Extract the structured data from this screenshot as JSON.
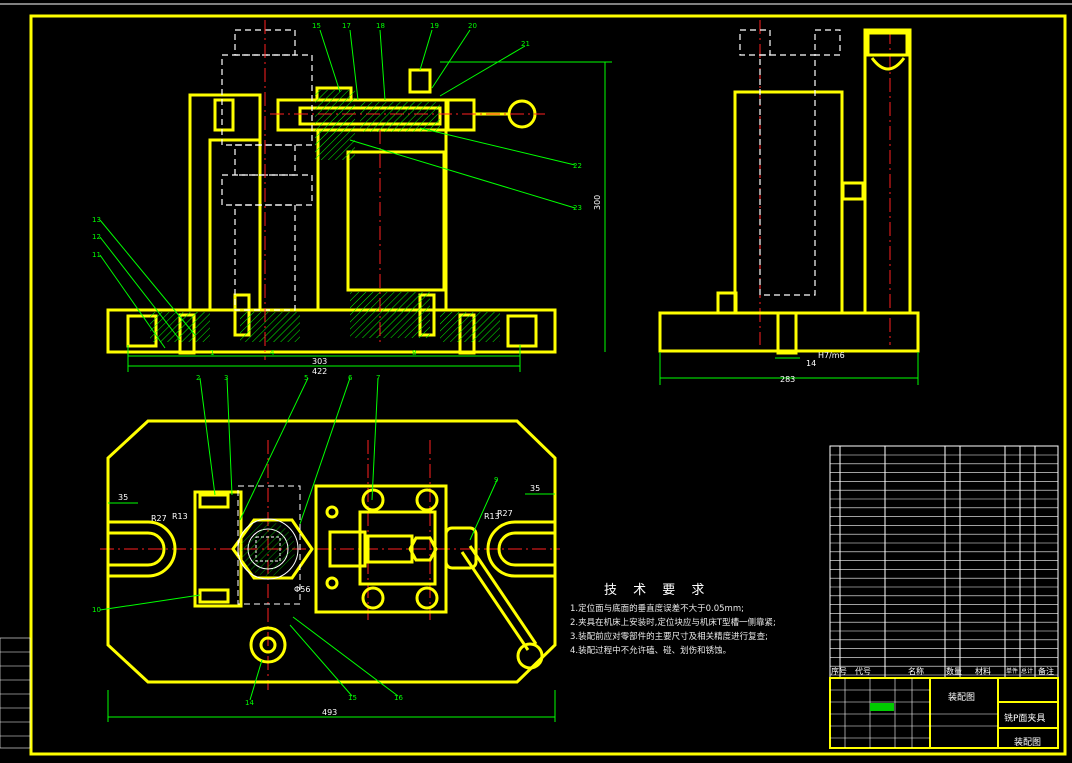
{
  "colors": {
    "frame": "#ffff00",
    "centerline": "#ff2020",
    "dimension": "#00ff00",
    "hidden": "#ffffff",
    "background": "#000000"
  },
  "technical_requirements": {
    "title": "技 术 要 求",
    "notes": [
      "1.定位面与底面的垂直度误差不大于0.05mm;",
      "2.夹具在机床上安装时,定位块应与机床T型槽一侧靠紧;",
      "3.装配前应对零部件的主要尺寸及相关精度进行复查;",
      "4.装配过程中不允许磕、碰、划伤和锈蚀。"
    ]
  },
  "front_view": {
    "part_labels": [
      "15",
      "17",
      "18",
      "19",
      "20",
      "21",
      "22",
      "23",
      "13",
      "12",
      "11",
      "1",
      "4",
      "8"
    ],
    "dims": {
      "height": "300",
      "inner_width": "303",
      "width": "422"
    }
  },
  "side_view": {
    "dims": {
      "fit": "H7/m6",
      "bore": "14",
      "width": "283"
    }
  },
  "top_view": {
    "part_labels": [
      "2",
      "3",
      "5",
      "6",
      "7",
      "9",
      "10",
      "14",
      "15",
      "16"
    ],
    "dims": {
      "left_offset": "35",
      "right_offset": "35",
      "r_left_outer": "R27",
      "r_left_inner": "R13",
      "r_right_inner": "R13",
      "r_right_outer": "R27",
      "length": "493",
      "hole": "Φ56"
    }
  },
  "title_block": {
    "header": {
      "seq": "序号",
      "code": "代号",
      "name": "名称",
      "qty": "数量",
      "material": "材料",
      "single": "单件",
      "total": "总计",
      "remark": "备注"
    },
    "drawing_name": "装配图",
    "part_name": "铣P面夹具",
    "drawing_type": "装配图"
  }
}
